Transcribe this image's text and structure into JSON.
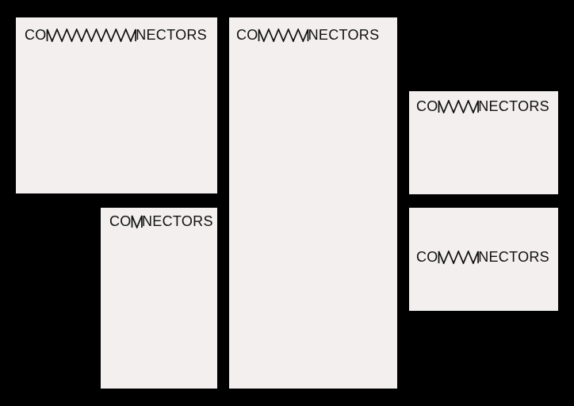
{
  "colors": {
    "background": "#000000",
    "card": "#f2efee",
    "ink": "#111111"
  },
  "cards": [
    {
      "id": "a",
      "prefix": "CO",
      "suffix": "NECTORS",
      "zigzag_peaks": 9
    },
    {
      "id": "b",
      "prefix": "CO",
      "suffix": "NECTORS",
      "zigzag_peaks": 1
    },
    {
      "id": "c",
      "prefix": "CO",
      "suffix": "NECTORS",
      "zigzag_peaks": 5
    },
    {
      "id": "d",
      "prefix": "CO",
      "suffix": "NECTORS",
      "zigzag_peaks": 4
    },
    {
      "id": "e",
      "prefix": "CO",
      "suffix": "NECTORS",
      "zigzag_peaks": 4
    }
  ]
}
